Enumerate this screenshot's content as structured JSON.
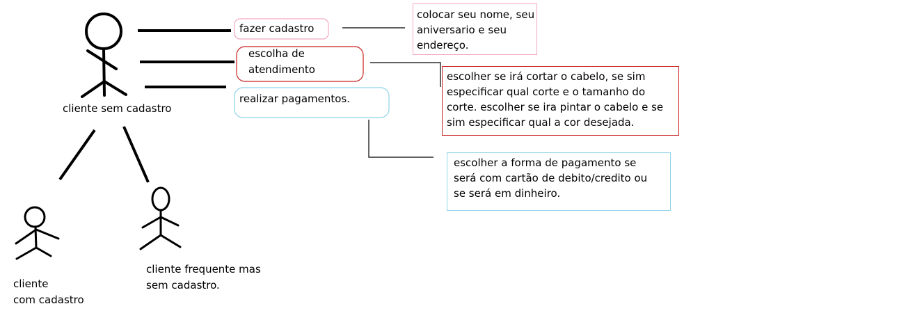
{
  "actors": {
    "main": "cliente sem cadastro",
    "registered": "cliente\ncom cadastro",
    "frequent": "cliente frequente mas\nsem cadastro."
  },
  "use_cases": {
    "register": "fazer cadastro",
    "service": "escolha de\natendimento",
    "payment": "realizar pagamentos."
  },
  "notes": {
    "register": "colocar seu nome, seu\naniversario e seu\nendereço.",
    "service": "escolher se irá cortar o cabelo, se sim\nespecificar qual corte e o tamanho do\ncorte. escolher se ira pintar o cabelo e se\nsim especificar qual a cor desejada.",
    "payment": "escolher a forma de pagamento se\nserá com cartão de debito/credito ou\nse será em dinheiro."
  },
  "colors": {
    "register": "#f2a6c4",
    "service": "#c81e1e",
    "payment": "#8fd3ea"
  }
}
